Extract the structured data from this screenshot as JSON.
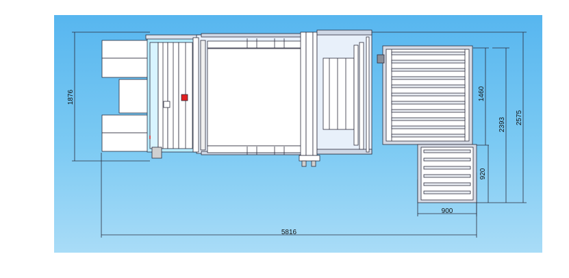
{
  "drawing": {
    "type": "layout-plan",
    "colors": {
      "background_top": "#57b6ef",
      "background_bottom": "#a9dcf7",
      "line": "#2a2a3a",
      "frame_fill": "#ffffff",
      "accent_red": "#e02020",
      "accent_cyan": "#b8ecff"
    },
    "dimensions": {
      "overall_height": "1876",
      "conveyor_width": "1460",
      "mid_height": "2393",
      "total_height": "2575",
      "lower_table_length": "920",
      "lower_table_width": "900",
      "total_length": "5816"
    }
  }
}
